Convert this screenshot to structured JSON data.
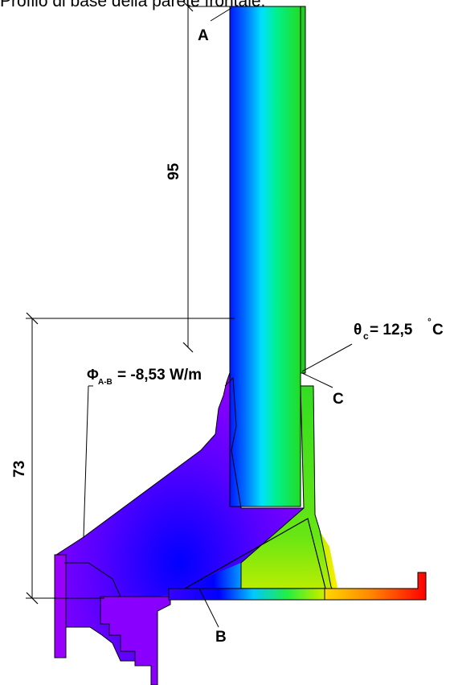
{
  "title": "Profilo di base della parete frontale.",
  "labels": {
    "point_a": "A",
    "point_b": "B",
    "point_c": "C"
  },
  "dimensions": {
    "upper": "95",
    "lower": "73"
  },
  "annotations": {
    "flux_symbol": "Φ",
    "flux_subscript": "A-B",
    "flux_value": "= -8,53 W/m",
    "theta_symbol": "θ",
    "theta_subscript": "c",
    "theta_value": "= 12,5",
    "theta_degree": "°",
    "theta_unit": "C"
  },
  "colors": {
    "cold": "#8a00ff",
    "blue": "#0000ff",
    "cyan": "#00d8ff",
    "green": "#22dd22",
    "yellow": "#ffee00",
    "hot": "#ff0000"
  }
}
